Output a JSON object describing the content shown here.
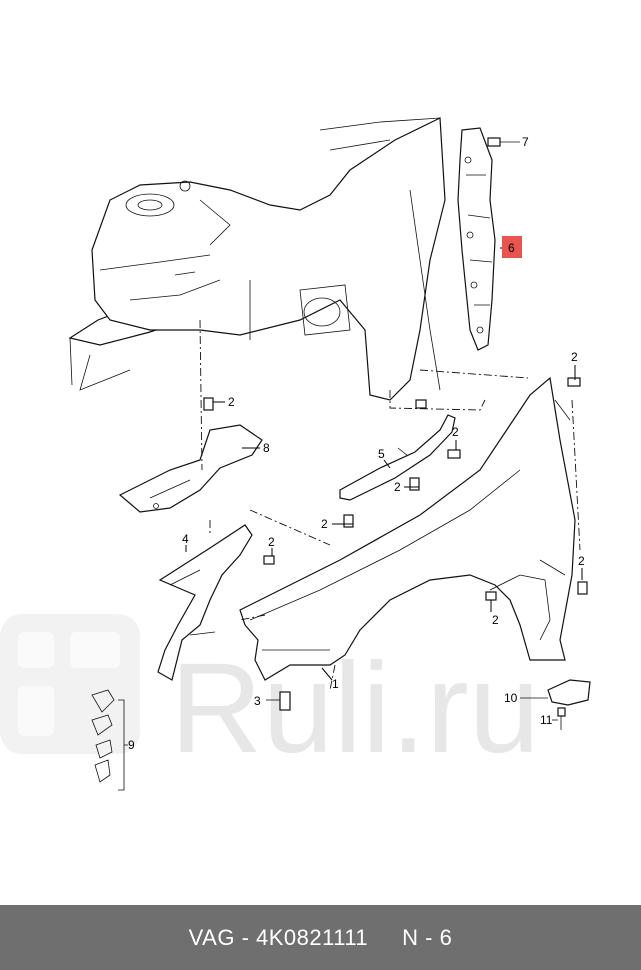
{
  "footer": {
    "part_code": "VAG - 4K0821111",
    "sheet": "N - 6"
  },
  "watermark": "Ruli.ru",
  "callouts": {
    "c1": "1",
    "c2a": "2",
    "c2b": "2",
    "c2c": "2",
    "c2d": "2",
    "c2e": "2",
    "c2f": "2",
    "c2g": "2",
    "c2h": "2",
    "c3": "3",
    "c4": "4",
    "c5": "5",
    "c6": "6",
    "c7": "7",
    "c8": "8",
    "c9": "9",
    "c10": "10",
    "c11": "11"
  },
  "colors": {
    "highlight": "#e8554e",
    "footer_bg": "#6f6f6f"
  }
}
